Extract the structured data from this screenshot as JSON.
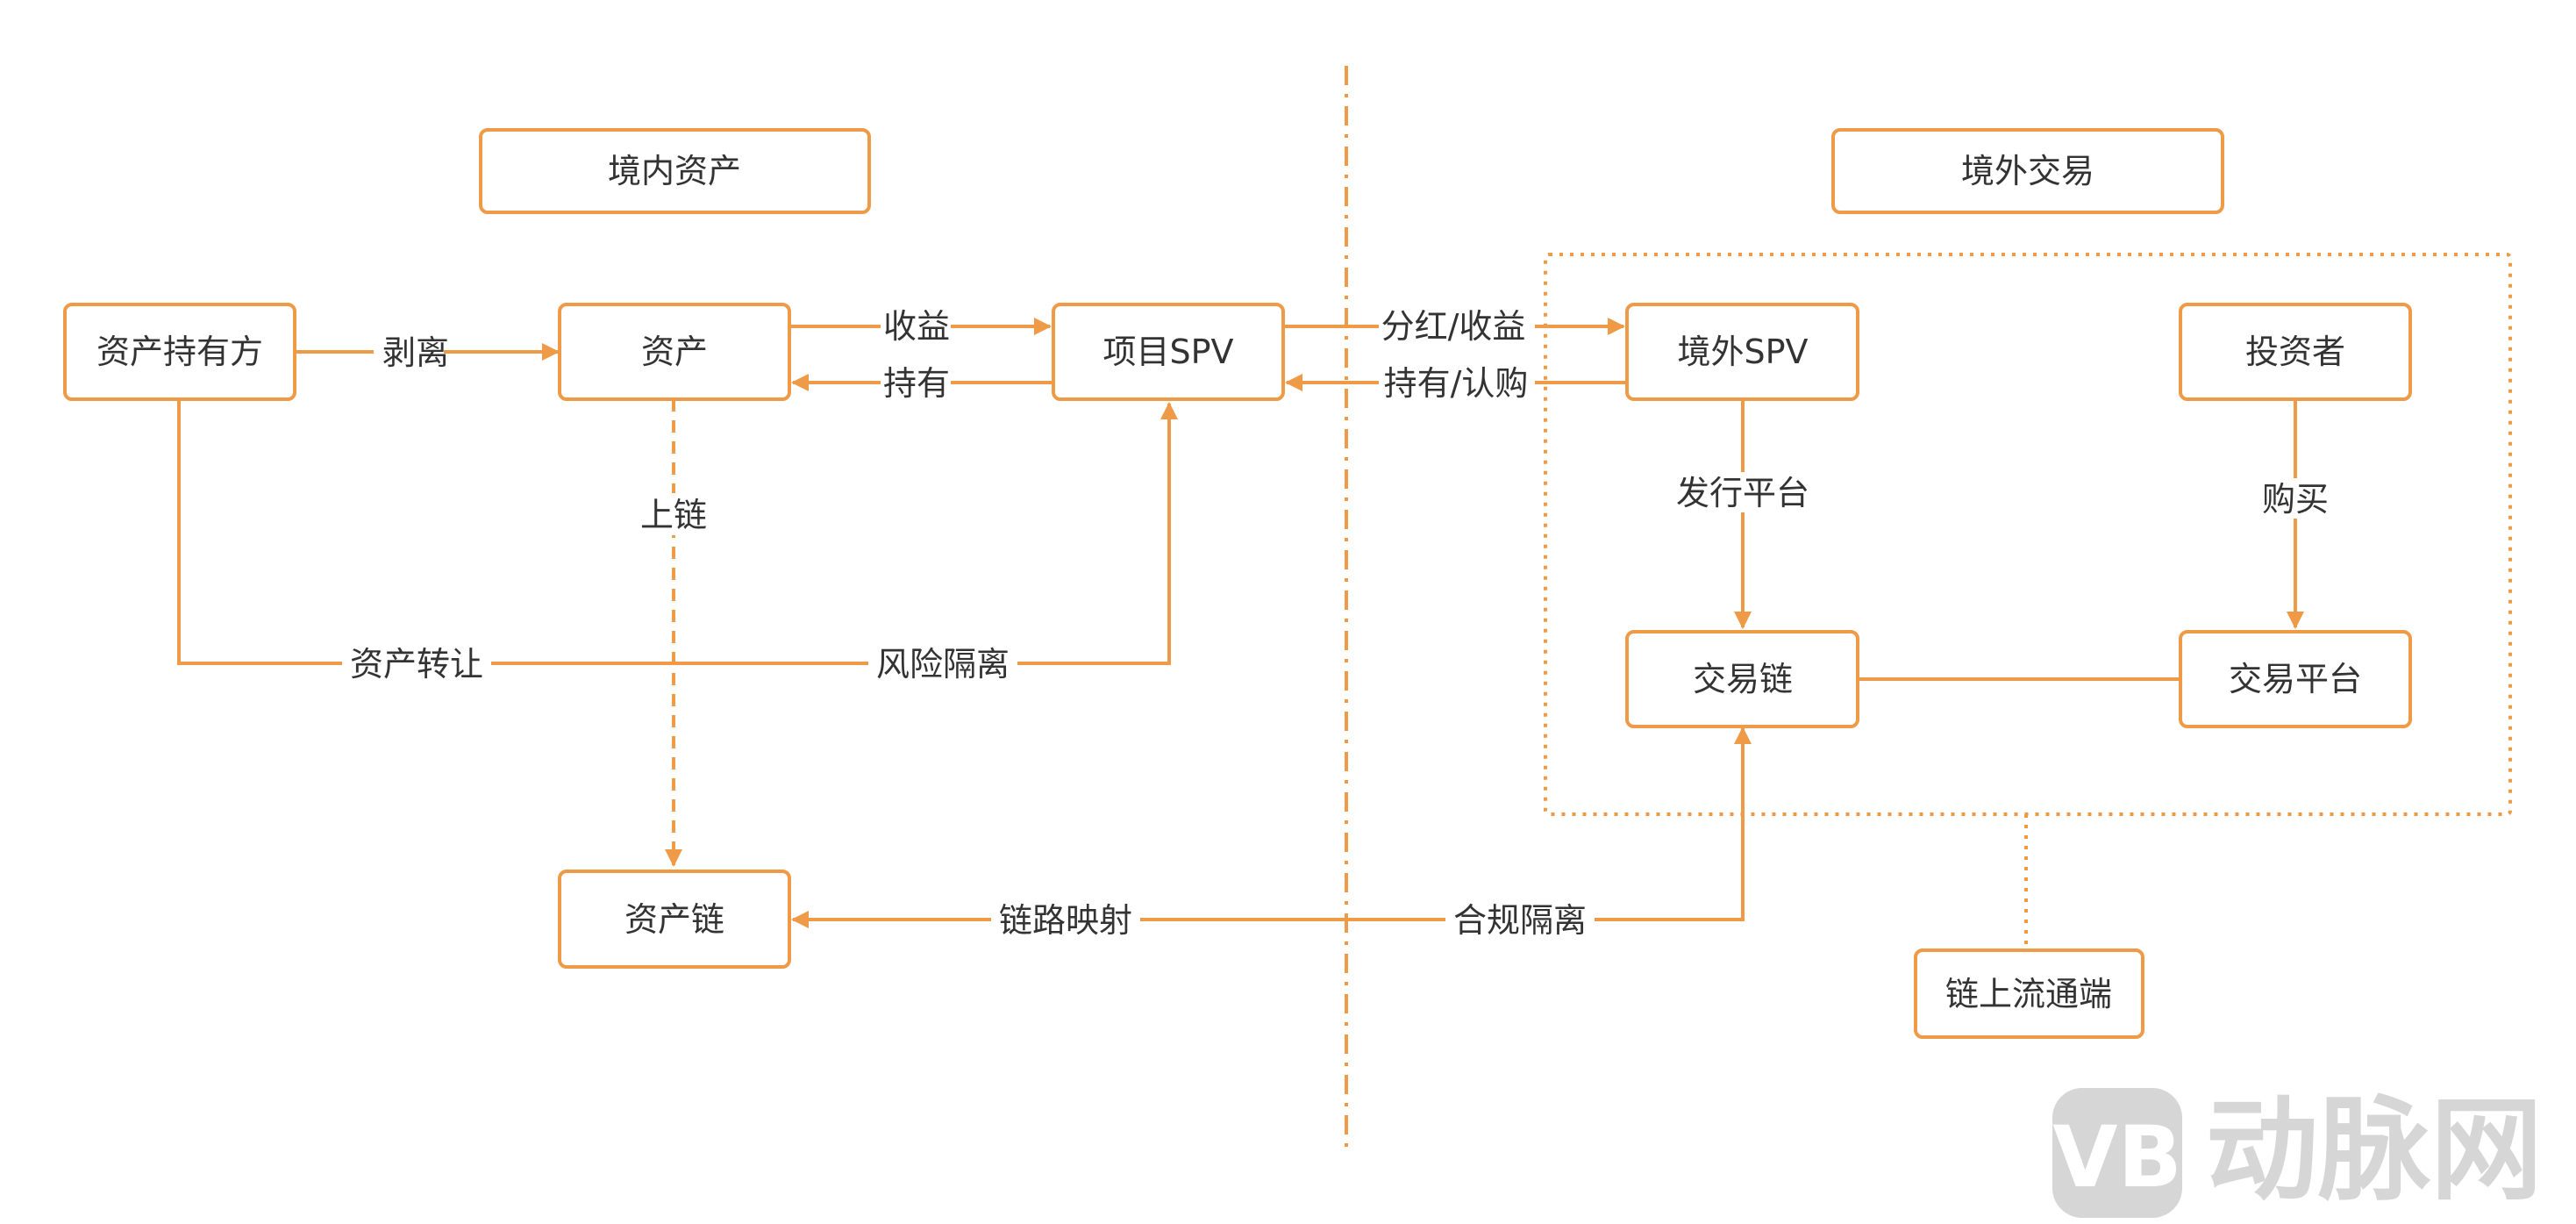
{
  "colors": {
    "accent": "#EE9A47",
    "text": "#333333",
    "watermark": "#D6D6D6"
  },
  "regions": {
    "domestic": "境内资产",
    "overseas": "境外交易"
  },
  "nodes": {
    "asset_holder": "资产持有方",
    "asset": "资产",
    "project_spv": "项目SPV",
    "overseas_spv": "境外SPV",
    "investor": "投资者",
    "trading_chain": "交易链",
    "trading_platform": "交易平台",
    "asset_chain": "资产链",
    "onchain_circulation": "链上流通端"
  },
  "edge_labels": {
    "strip": "剥离",
    "income": "收益",
    "hold": "持有",
    "dividend_income": "分红/收益",
    "hold_subscribe": "持有/认购",
    "on_chain": "上链",
    "asset_transfer": "资产转让",
    "risk_isolation": "风险隔离",
    "issuance_platform": "发行平台",
    "purchase": "购买",
    "link_mapping": "链路映射",
    "compliance_isolation": "合规隔离"
  },
  "watermark": {
    "text": "动脉网",
    "logo": "vb-logo"
  }
}
